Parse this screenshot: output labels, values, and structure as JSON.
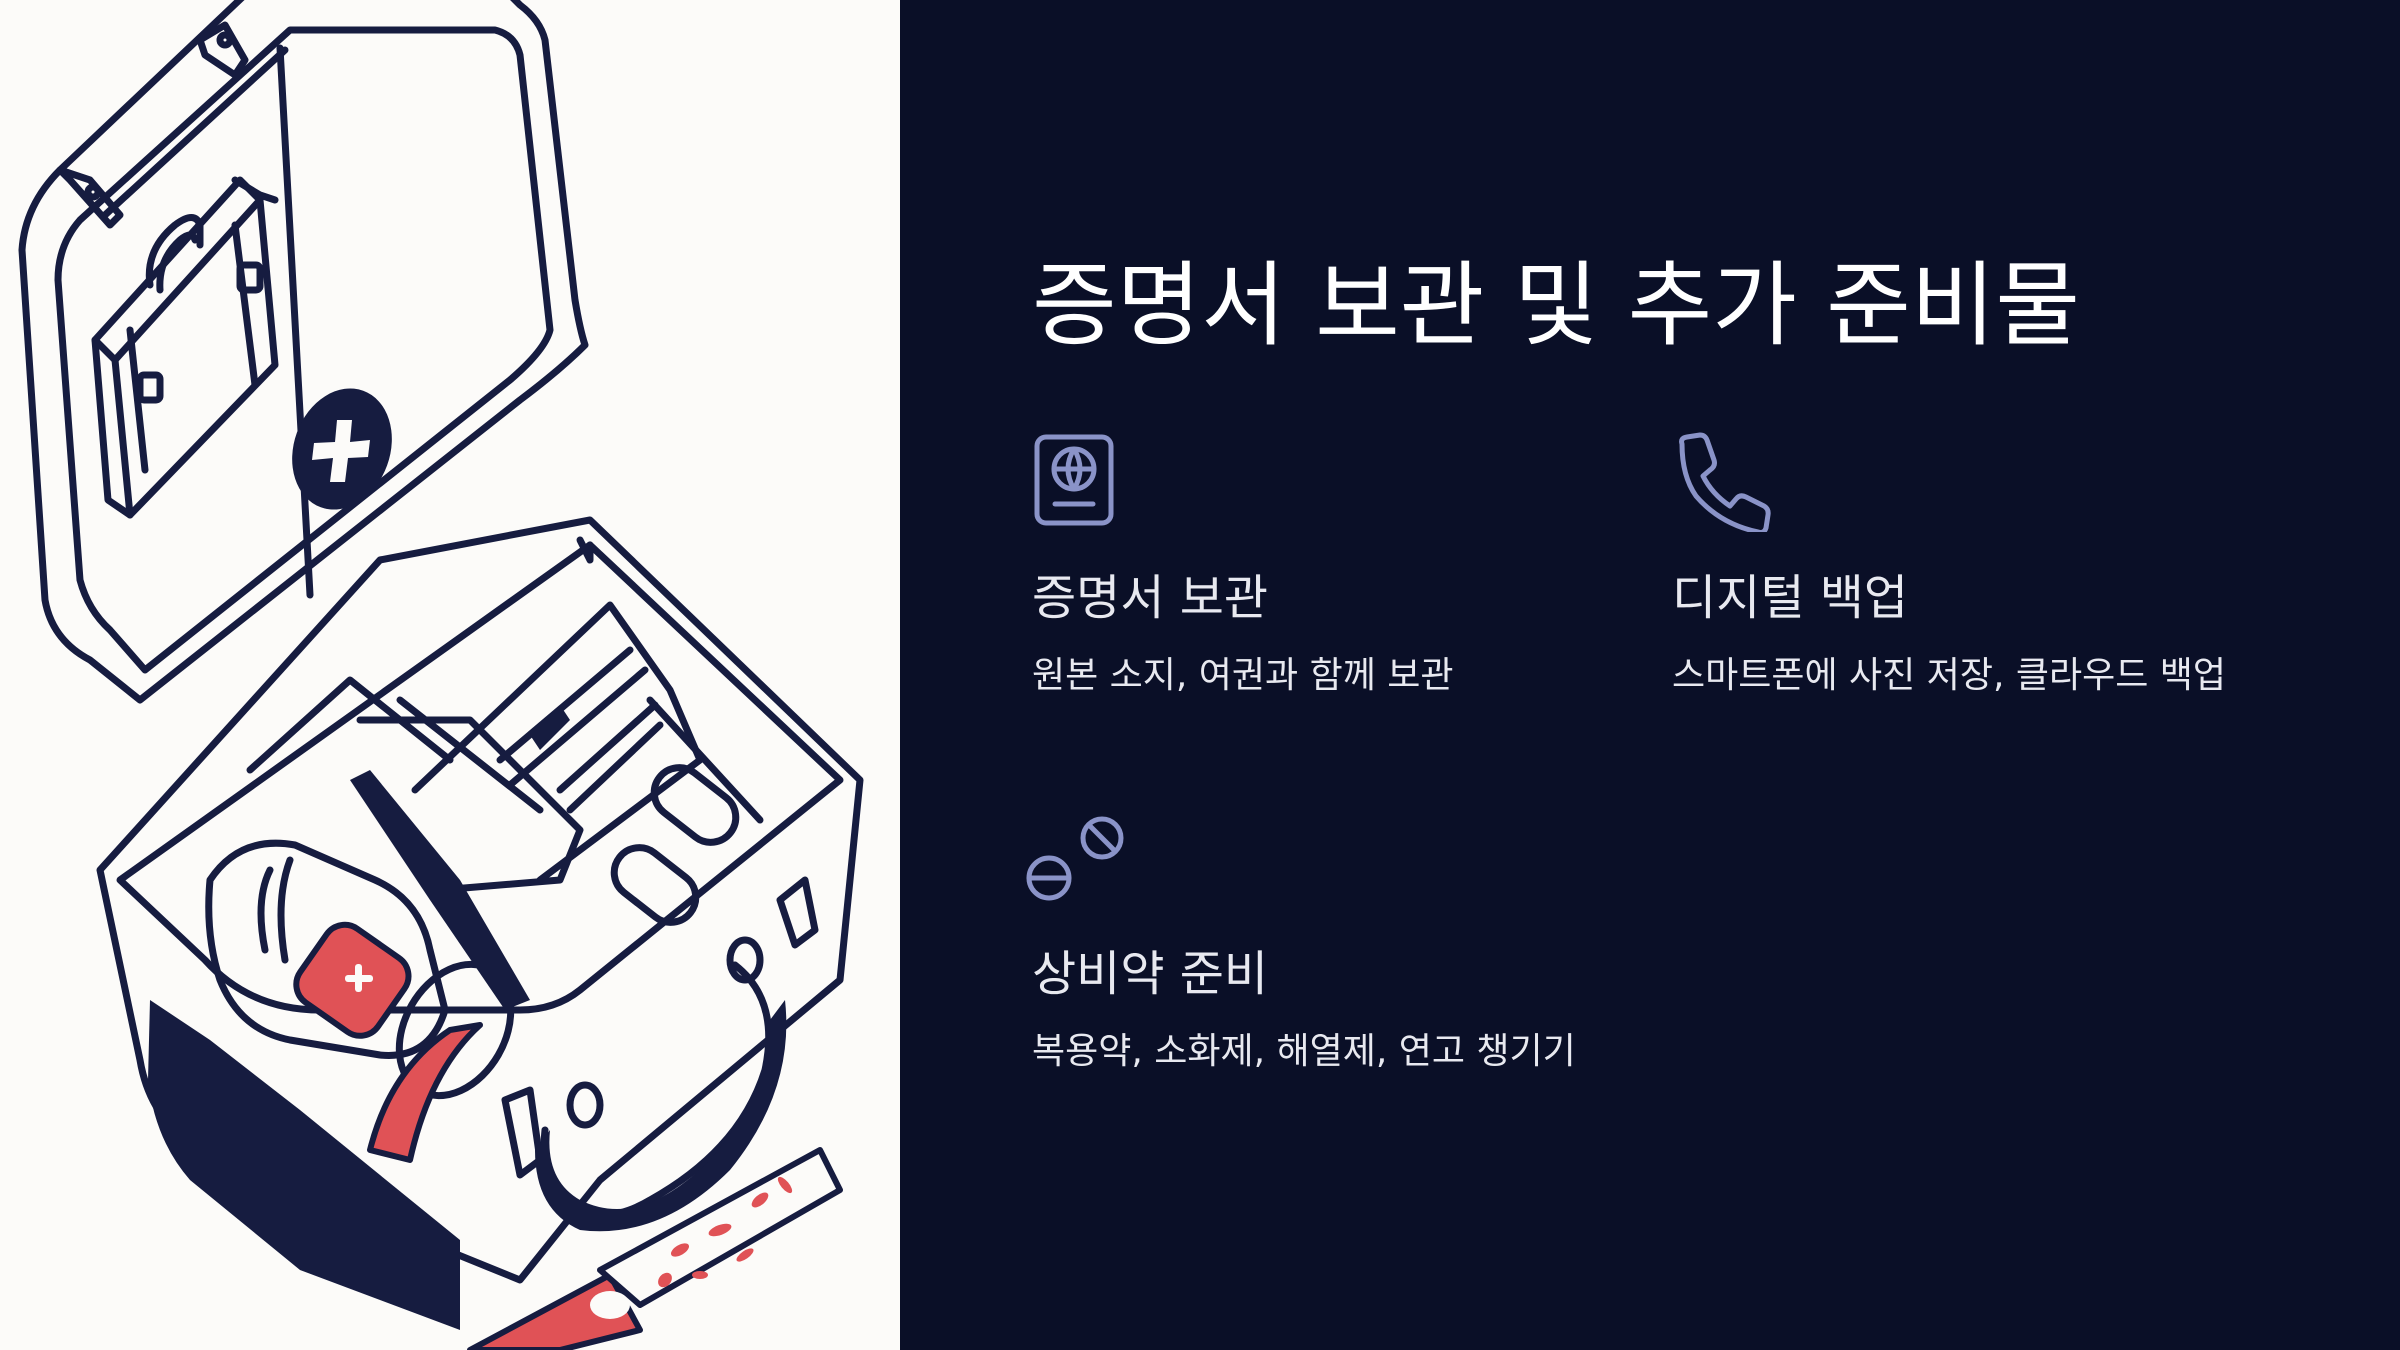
{
  "slide": {
    "title": "증명서 보관 및 추가 준비물",
    "colors": {
      "background_dark": "#0A0F27",
      "background_light": "#FCFBF9",
      "illustration_navy": "#161C40",
      "illustration_red": "#E05256",
      "icon_accent": "#8A93C8",
      "text": "#FFFFFF"
    },
    "illustration": {
      "subject": "open first-aid kit with medicine bottle, documents, bandages and adhesive plaster"
    },
    "cards": [
      {
        "icon": "passport-icon",
        "heading": "증명서 보관",
        "text": "원본 소지, 여권과 함께 보관"
      },
      {
        "icon": "phone-icon",
        "heading": "디지털 백업",
        "text": "스마트폰에 사진 저장, 클라우드 백업"
      },
      {
        "icon": "pills-icon",
        "heading": "상비약 준비",
        "text": "복용약, 소화제, 해열제, 연고 챙기기"
      }
    ]
  }
}
